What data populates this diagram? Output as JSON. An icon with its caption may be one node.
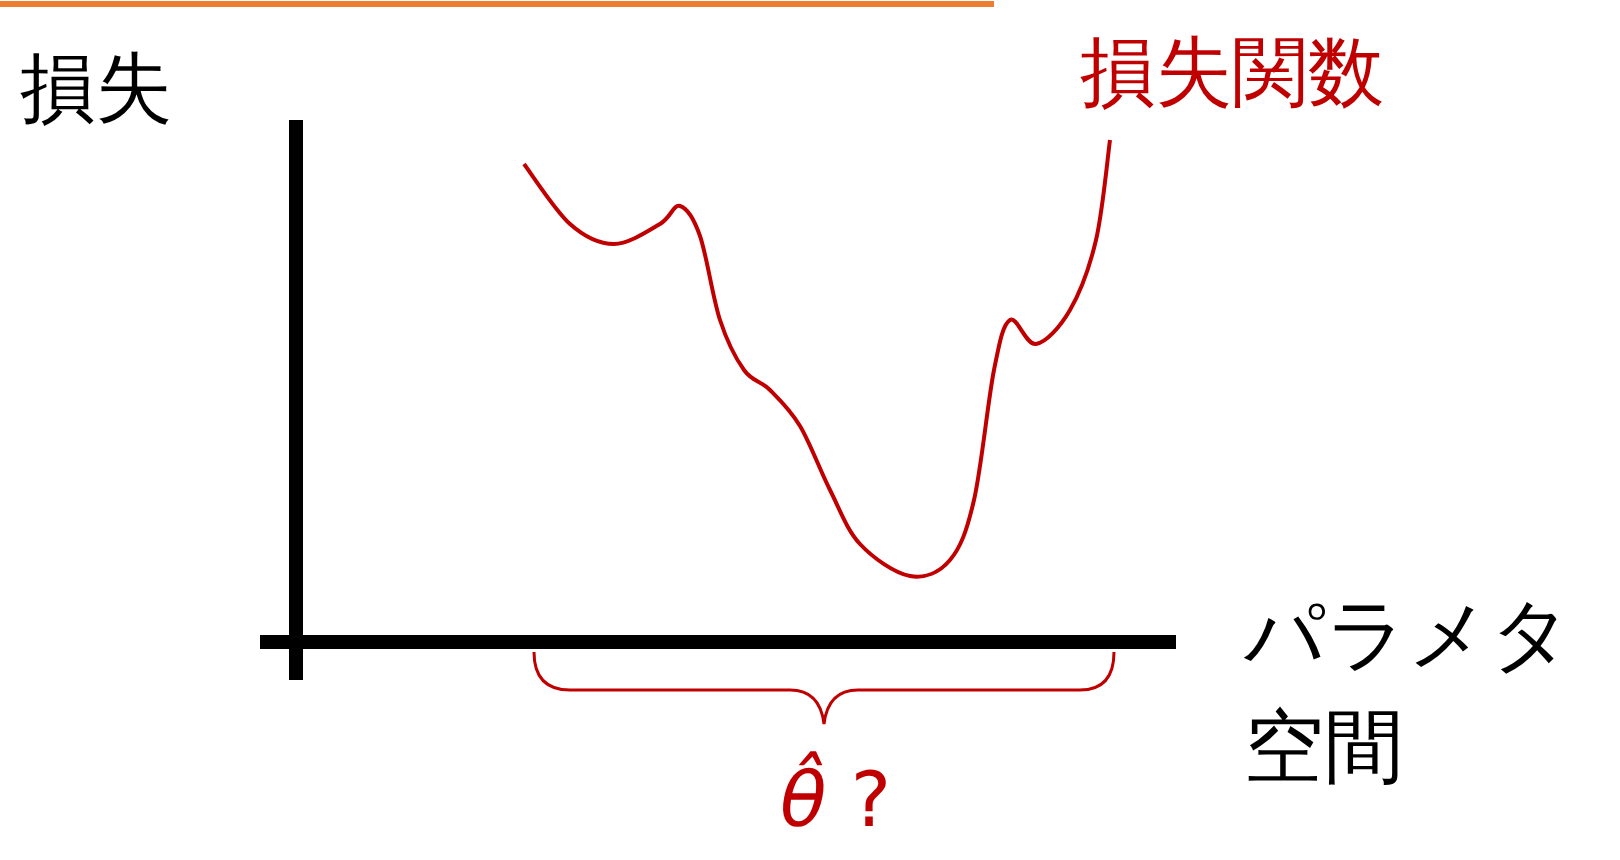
{
  "diagram": {
    "labels": [
      "損失",
      "損失関数",
      "パラメタ空間",
      "*θ̂* ?"
    ]
  }
}
